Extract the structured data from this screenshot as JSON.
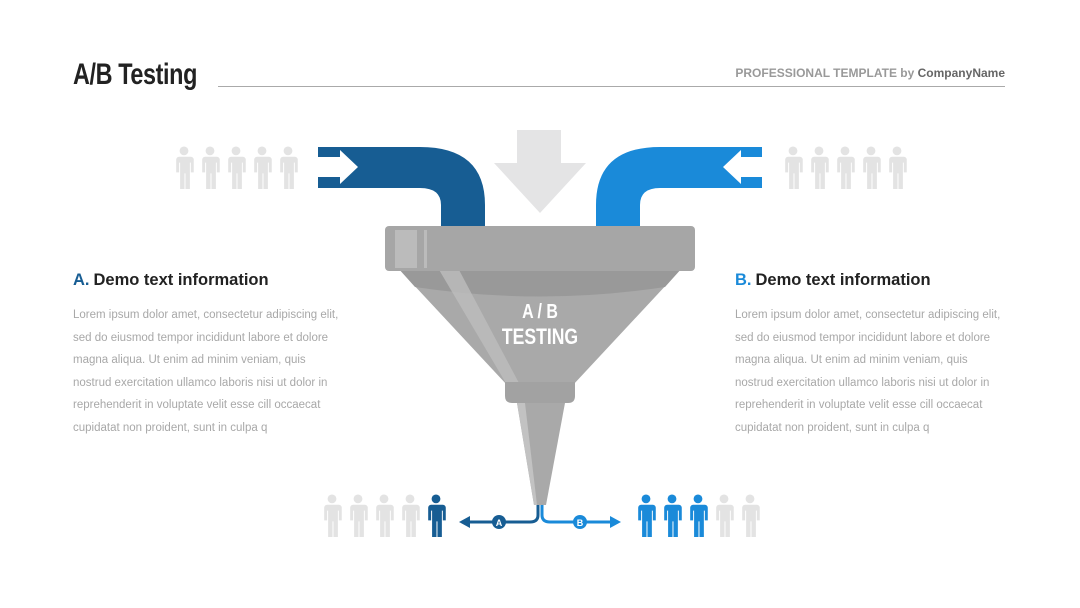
{
  "header": {
    "title": "A/B Testing",
    "brand_prefix": "PROFESSIONAL TEMPLATE by",
    "brand_company": "CompanyName"
  },
  "funnel": {
    "line1": "A / B",
    "line2": "TESTING",
    "branch_a": "A",
    "branch_b": "B"
  },
  "sections": [
    {
      "letter": "A.",
      "heading": "Demo text information",
      "body": "Lorem ipsum dolor amet, consectetur adipiscing elit, sed do eiusmod tempor incididunt  labore et dolore magna aliqua. Ut enim ad minim veniam, quis nostrud exercitation ullamco laboris nisi ut dolor in reprehenderit in voluptate velit esse cill occaecat cupidatat non proident, sunt in culpa q"
    },
    {
      "letter": "B.",
      "heading": "Demo text information",
      "body": "Lorem ipsum dolor amet, consectetur adipiscing elit, sed do eiusmod tempor incididunt  labore et dolore magna aliqua. Ut enim ad minim veniam, quis nostrud exercitation ullamco laboris nisi ut dolor in reprehenderit in voluptate velit esse cill occaecat cupidatat non proident, sunt in culpa q"
    }
  ],
  "results": {
    "a_converted": 1,
    "a_total": 5,
    "b_converted": 3,
    "b_total": 5
  },
  "colors": {
    "a": "#175d93",
    "b": "#1a8ad9",
    "gray": "#a6a6a6",
    "person": "#e3e3e3"
  }
}
